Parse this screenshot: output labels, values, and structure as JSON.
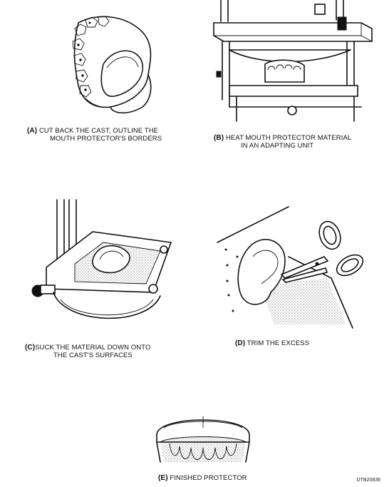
{
  "panels": [
    {
      "id": "a",
      "letter": "(A)",
      "line1": "CUT BACK THE CAST, OUTLINE THE",
      "line2": "MOUTH PROTECTOR'S BORDERS"
    },
    {
      "id": "b",
      "letter": "(B)",
      "line1": "HEAT MOUTH PROTECTOR MATERIAL",
      "line2": "IN AN ADAPTING UNIT"
    },
    {
      "id": "c",
      "letter": "(C)",
      "line1": "SUCK THE MATERIAL DOWN ONTO",
      "line2": "THE CAST'S SURFACES"
    },
    {
      "id": "d",
      "letter": "(D)",
      "line1": "TRIM THE EXCESS",
      "line2": ""
    },
    {
      "id": "e",
      "letter": "(E)",
      "line1": "FINISHED PROTECTOR",
      "line2": ""
    }
  ],
  "figure_code": "DTB20836"
}
